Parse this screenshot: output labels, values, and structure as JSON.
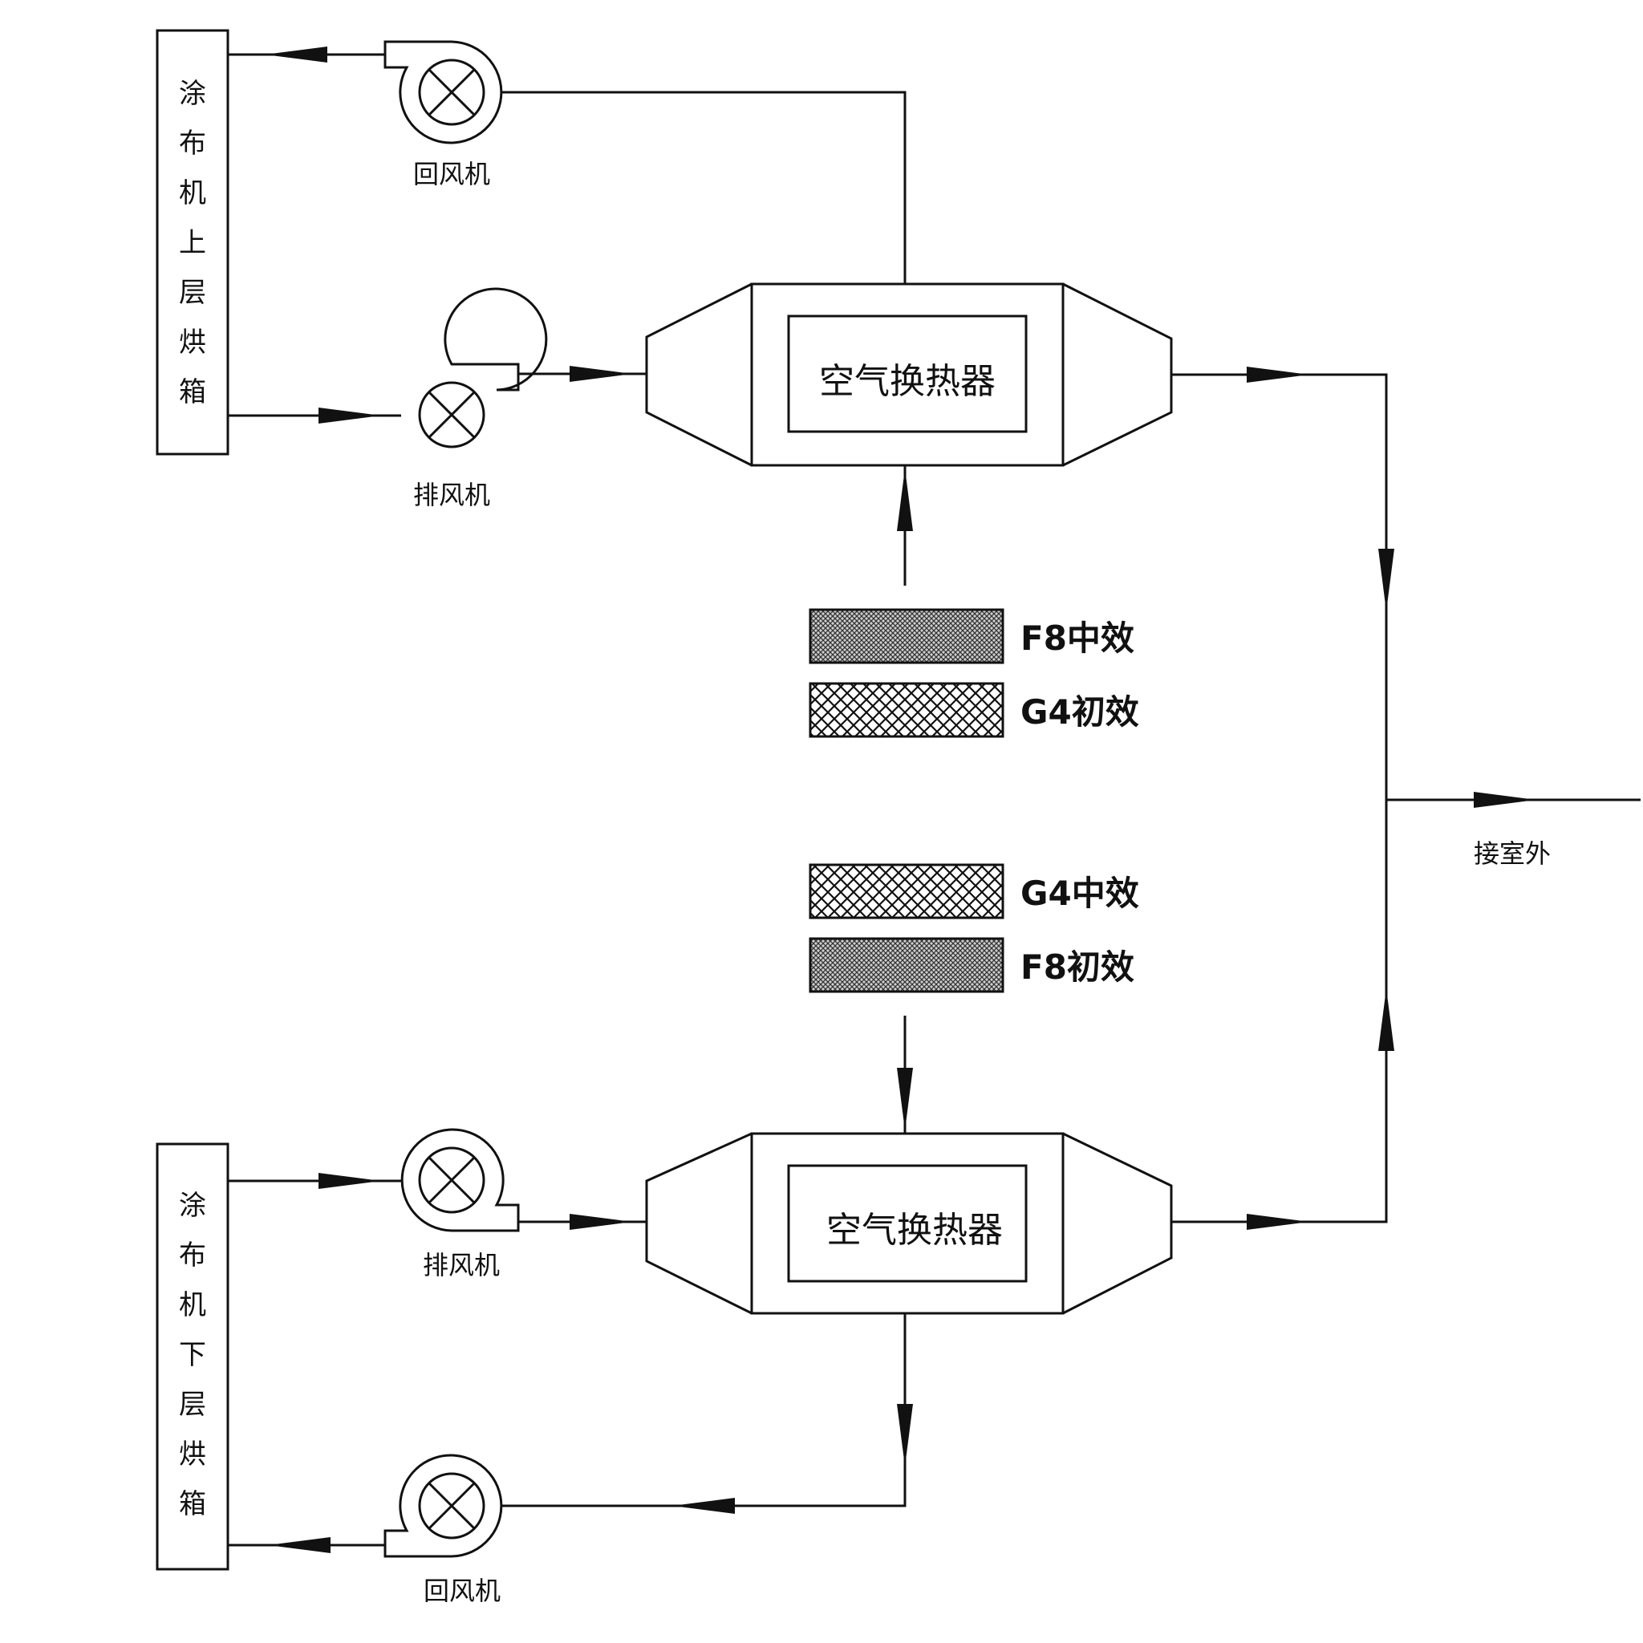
{
  "oven_upper": [
    "涂",
    "布",
    "机",
    "上",
    "层",
    "烘",
    "箱"
  ],
  "oven_lower": [
    "涂",
    "布",
    "机",
    "下",
    "层",
    "烘",
    "箱"
  ],
  "fan_return_upper": "回风机",
  "fan_exhaust_upper": "排风机",
  "fan_exhaust_lower": "排风机",
  "fan_return_lower": "回风机",
  "hx_upper_label": "空气换热器",
  "hx_lower_label": "空气换热器",
  "filters": {
    "upper_fine": "F8中效",
    "upper_coarse": "G4初效",
    "lower_coarse": "G4中效",
    "lower_fine": "F8初效"
  },
  "outdoor_label": "接室外",
  "colors": {
    "line": "#111111",
    "background": "#ffffff"
  }
}
